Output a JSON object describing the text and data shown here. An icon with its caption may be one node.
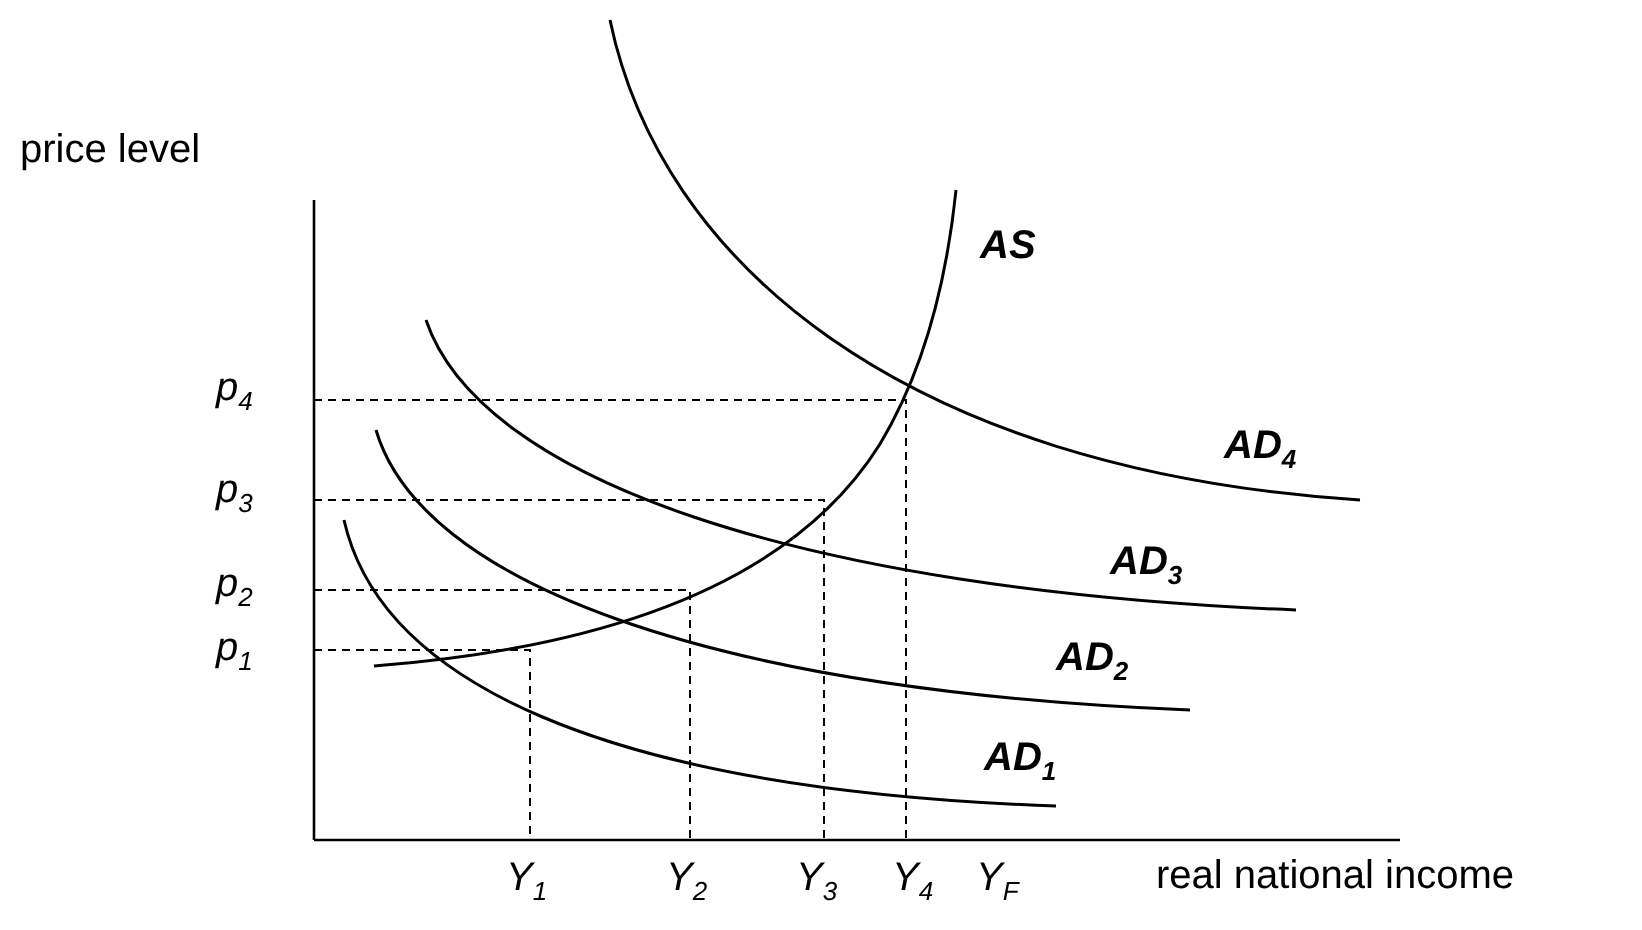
{
  "diagram": {
    "labels": [
      "price level",
      "p$_{4}$",
      "p$_{3}$",
      "p$_{2}$",
      "p$_{1}$",
      "AS",
      "AD$_{4}$",
      "AD$_{3}$",
      "AD$_{2}$",
      "AD$_{1}$",
      "Y$_{1}$",
      "Y$_{2}$",
      "Y$_{3}$",
      "Y$_{4}$",
      "Y$_{F}$",
      "real national income"
    ]
  }
}
